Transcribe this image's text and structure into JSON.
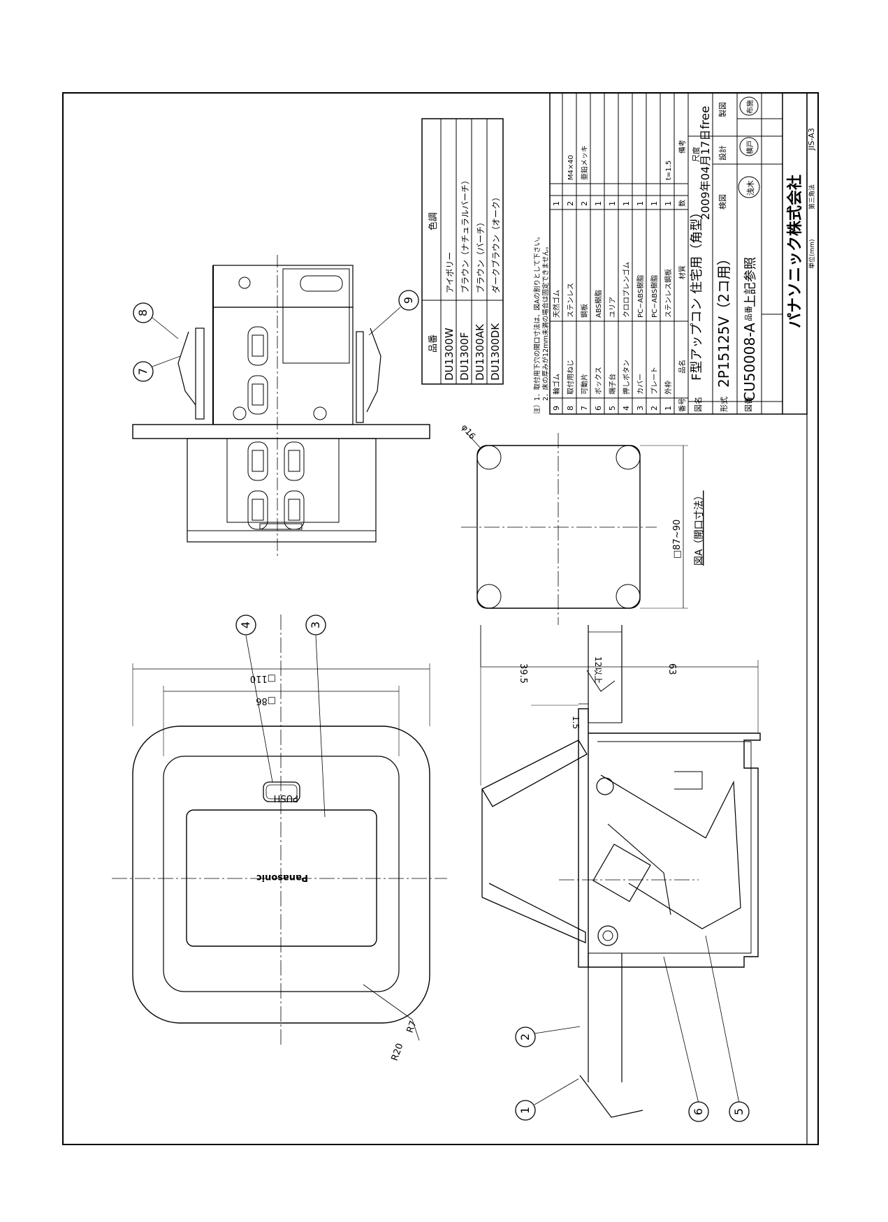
{
  "title_block": {
    "company": "パナソニック株式会社",
    "product_name": "F型アップコン 住宅用（角型）",
    "model": "2P15125V（2コ用）",
    "drawing_no": "CU50008-A",
    "part_no_ref": "上記参照",
    "date": "2009年04月17日",
    "scale_label": "尺度",
    "scale_value": "free",
    "label_zu_mei": "図名",
    "label_katashiki": "形式",
    "label_zuban": "図番",
    "label_hinban": "品番",
    "label_kenzu": "検図",
    "label_sekkei": "設計",
    "label_seizu": "製図",
    "stamp_1": "浅木",
    "stamp_2": "横戸",
    "stamp_3": "布施",
    "units_note": "単位(mm)",
    "projection_note": "第三角法",
    "paper_size": "JIS-A3"
  },
  "notes": [
    "注）1．取付用下穴の開口寸法は、図Aの割りとして下さい。",
    "　　2．床の厚みが12mm未満の場合は固定できません。"
  ],
  "parts_header": {
    "no": "番号",
    "name": "品名",
    "material": "材質",
    "qty": "数",
    "remark": "備考"
  },
  "parts": [
    {
      "no": "9",
      "name": "輪ゴム",
      "material": "天然ゴム",
      "qty": "1",
      "remark": ""
    },
    {
      "no": "8",
      "name": "取付用ねじ",
      "material": "ステンレス",
      "qty": "2",
      "remark": "M4×40"
    },
    {
      "no": "7",
      "name": "可動片",
      "material": "鋼板",
      "qty": "2",
      "remark": "亜鉛メッキ"
    },
    {
      "no": "6",
      "name": "ボックス",
      "material": "ABS樹脂",
      "qty": "1",
      "remark": ""
    },
    {
      "no": "5",
      "name": "端子台",
      "material": "ユリア",
      "qty": "1",
      "remark": ""
    },
    {
      "no": "4",
      "name": "押しボタン",
      "material": "クロロプレンゴム",
      "qty": "1",
      "remark": ""
    },
    {
      "no": "3",
      "name": "カバー",
      "material": "PC−ABS樹脂",
      "qty": "1",
      "remark": ""
    },
    {
      "no": "2",
      "name": "プレート",
      "material": "PC−ABS樹脂",
      "qty": "1",
      "remark": ""
    },
    {
      "no": "1",
      "name": "外枠",
      "material": "ステンレス鋼板",
      "qty": "1",
      "remark": "t=1.5"
    }
  ],
  "color_table": {
    "header_part": "品番",
    "header_color": "色調",
    "rows": [
      {
        "part": "DU1300W",
        "color": "アイボリー"
      },
      {
        "part": "DU1300F",
        "color": "ブラウン（ナチュラルバーチ）"
      },
      {
        "part": "DU1300AK",
        "color": "ブラウン（バーチ）"
      },
      {
        "part": "DU1300DK",
        "color": "ダークブラウン（オーク）"
      }
    ]
  },
  "views": {
    "front_push_label": "PUSH",
    "front_brand": "Panasonic",
    "dim_110": "□110",
    "dim_86": "□86",
    "dim_r20": "R20",
    "dim_r7": "R7",
    "dim_39_5": "39.5",
    "dim_63": "63",
    "dim_1_5": "1.5",
    "dim_12_over": "12以上",
    "dim_hole": "□87~90",
    "dim_phi16": "φ16",
    "fig_a_caption": "図A（開口寸法）"
  },
  "balloons": [
    "1",
    "2",
    "3",
    "4",
    "5",
    "6",
    "7",
    "8",
    "9"
  ]
}
